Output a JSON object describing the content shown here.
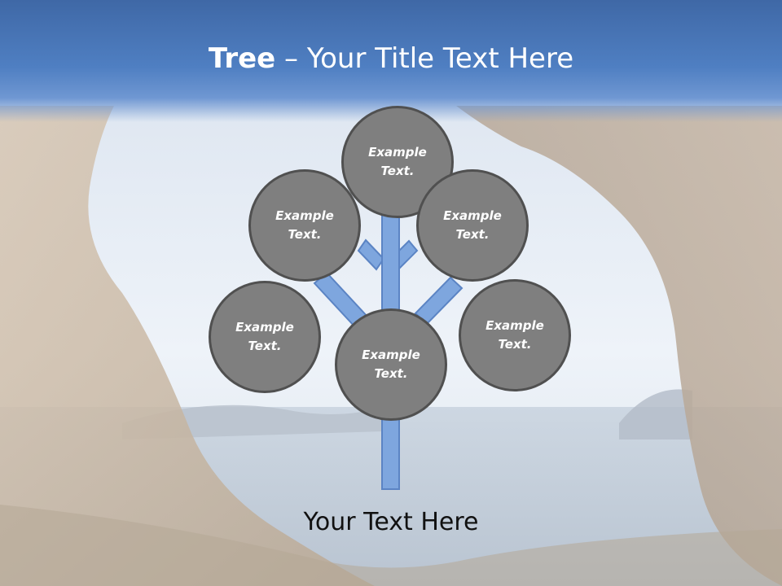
{
  "slide": {
    "title_bold": "Tree",
    "title_dash": " – ",
    "title_rest": "Your Title Text Here",
    "caption": "Your Text Here",
    "nodes": [
      {
        "id": "top",
        "label": "Example Text."
      },
      {
        "id": "upper-left",
        "label": "Example Text."
      },
      {
        "id": "upper-right",
        "label": "Example Text."
      },
      {
        "id": "lower-left",
        "label": "Example Text."
      },
      {
        "id": "center",
        "label": "Example Text."
      },
      {
        "id": "lower-right",
        "label": "Example Text."
      }
    ],
    "colors": {
      "header": "#4f7fc2",
      "branch_fill": "#7ea6de",
      "branch_stroke": "#5b84c4",
      "node_fill": "#7f7f7f",
      "node_border": "#505050"
    }
  }
}
